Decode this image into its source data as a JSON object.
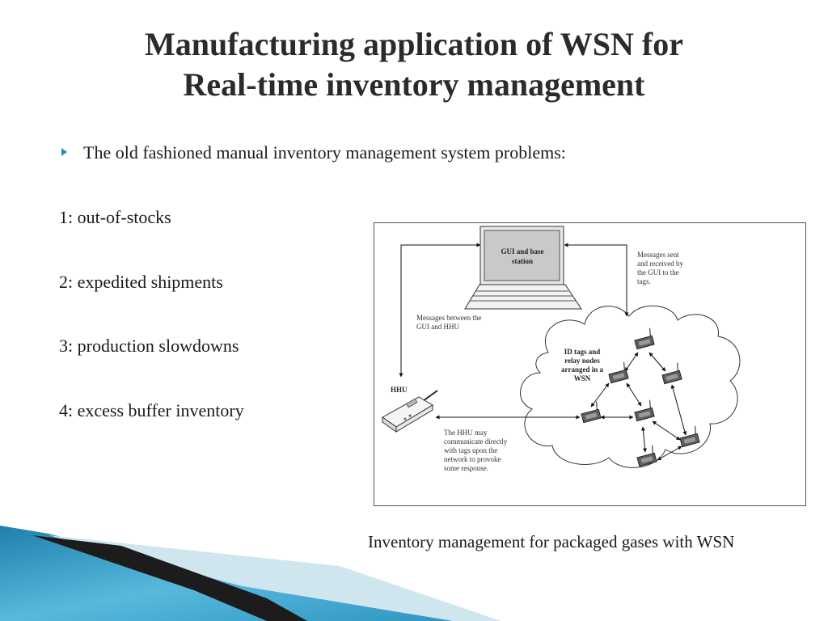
{
  "slide": {
    "title_line1": "Manufacturing application of WSN for",
    "title_line2": "Real-time inventory management",
    "bullet": "The old fashioned manual inventory management system problems:",
    "problems": [
      "1: out-of-stocks",
      "2: expedited shipments",
      "3: production slowdowns",
      "4: excess buffer inventory"
    ],
    "caption": "Inventory management for packaged gases with WSN"
  },
  "diagram": {
    "laptop_label_1": "GUI and base",
    "laptop_label_2": "station",
    "gui_tags_note": [
      "Messages sent",
      "and received by",
      "the GUI to the",
      "tags."
    ],
    "gui_hhu_note": [
      "Messages between the",
      "GUI and HHU"
    ],
    "cloud_label": [
      "ID tags and",
      "relay nodes",
      "arranged in a",
      "WSN"
    ],
    "hhu_label": "HHU",
    "hhu_note": [
      "The HHU may",
      "communicate directly",
      "with tags upon the",
      "network to provoke",
      "some response."
    ]
  },
  "colors": {
    "accent": "#2a8fb8",
    "decor_blue": "#3fa7cf",
    "decor_dark": "#1c1c1c"
  }
}
